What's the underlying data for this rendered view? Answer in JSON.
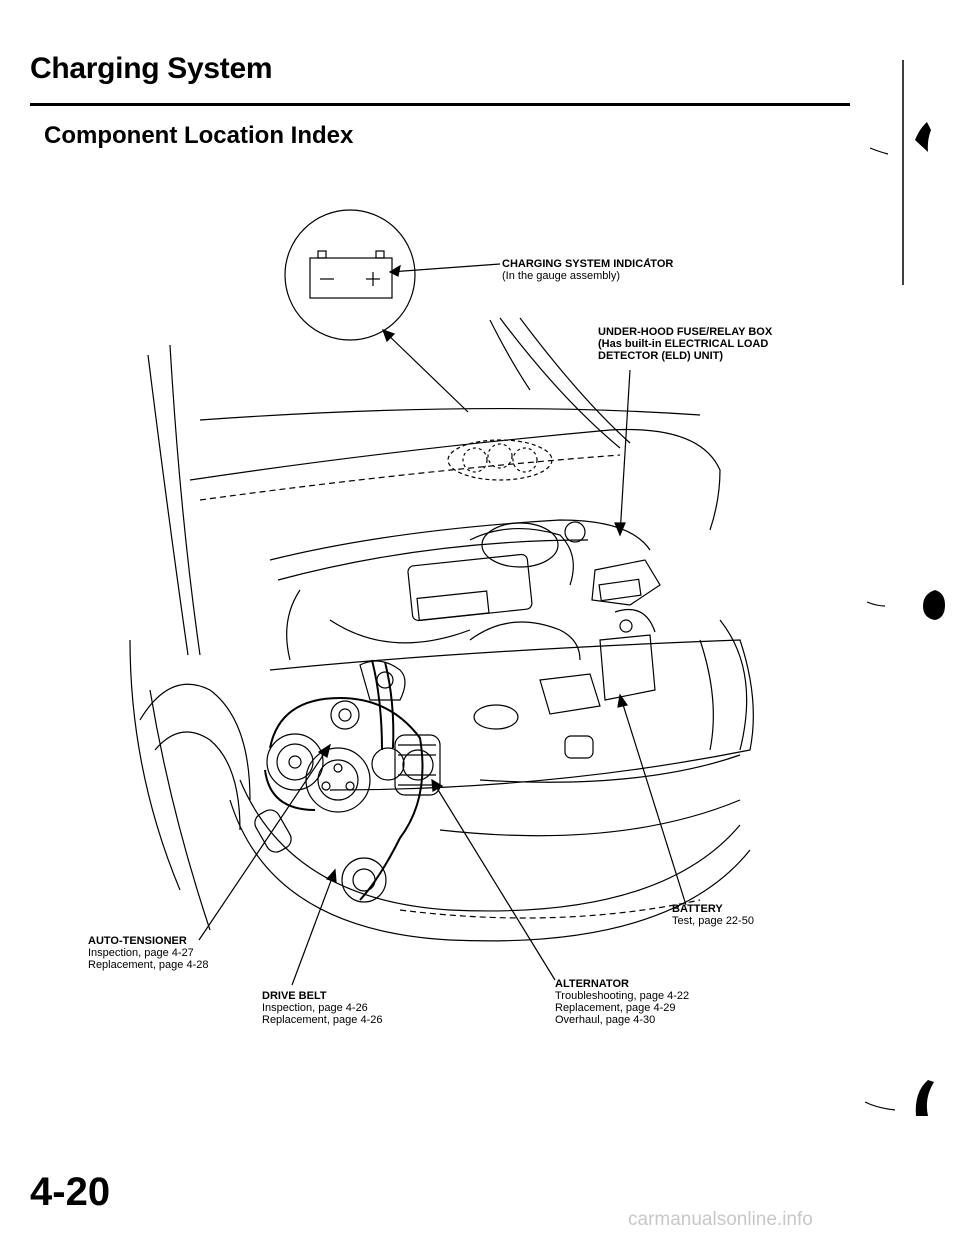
{
  "header": {
    "title": "Charging System",
    "subtitle": "Component Location Index"
  },
  "callouts": {
    "indicator": {
      "name": "CHARGING SYSTEM INDICATOR",
      "note": "(In the gauge assembly)"
    },
    "fuse_box": {
      "name": "UNDER-HOOD FUSE/RELAY BOX",
      "lines": [
        "(Has built-in ELECTRICAL LOAD",
        "DETECTOR (ELD) UNIT)"
      ]
    },
    "auto_tensioner": {
      "name": "AUTO-TENSIONER",
      "refs": [
        "Inspection, page 4-27",
        "Replacement, page 4-28"
      ]
    },
    "battery": {
      "name": "BATTERY",
      "refs": [
        "Test, page 22-50"
      ]
    },
    "alternator": {
      "name": "ALTERNATOR",
      "refs": [
        "Troubleshooting, page 4-22",
        "Replacement, page 4-29",
        "Overhaul, page 4-30"
      ]
    },
    "drive_belt": {
      "name": "DRIVE BELT",
      "refs": [
        "Inspection, page 4-26",
        "Replacement, page 4-26"
      ]
    }
  },
  "footer": {
    "page_number": "4-20",
    "watermark": "carmanualsonline.info"
  }
}
